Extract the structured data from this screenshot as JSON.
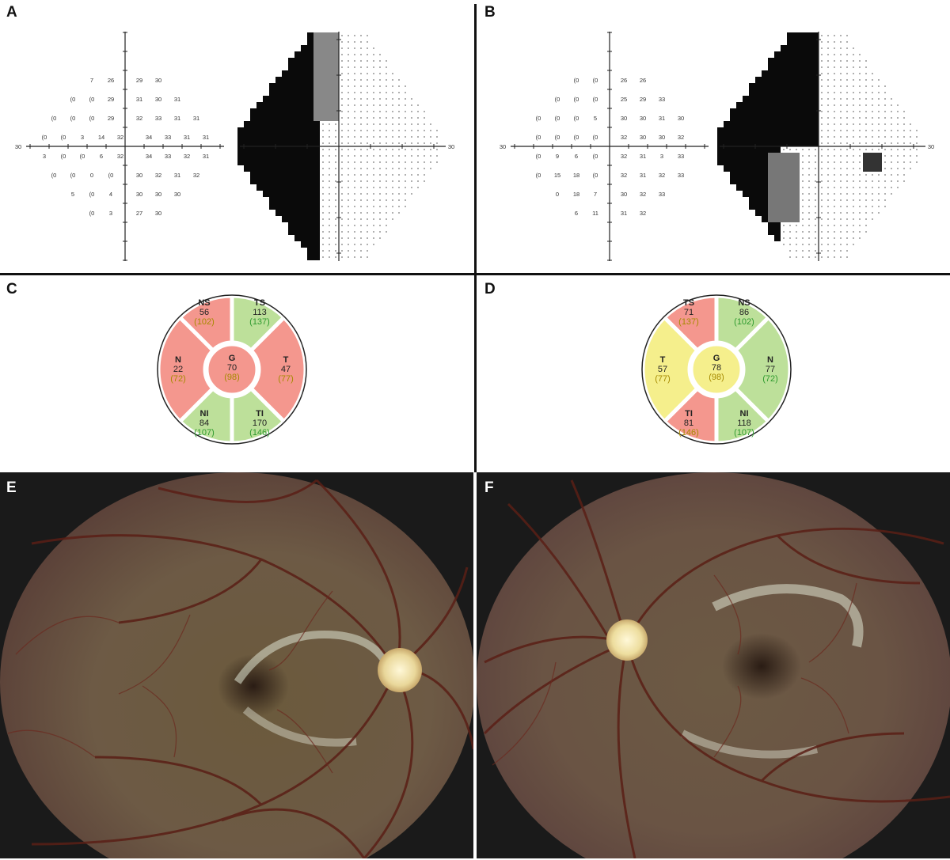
{
  "panels": {
    "A": "A",
    "B": "B",
    "C": "C",
    "D": "D",
    "E": "E",
    "F": "F"
  },
  "vf_axis_label": "30",
  "vf_left": {
    "rows": [
      [
        "7",
        "26",
        "29",
        "30"
      ],
      [
        "(0",
        "(0",
        "29",
        "31",
        "30",
        "31"
      ],
      [
        "(0",
        "(0",
        "(0",
        "29",
        "32",
        "33",
        "31",
        "31"
      ],
      [
        "(0",
        "(0",
        "3",
        "14",
        "32",
        "34",
        "33",
        "31",
        "31"
      ],
      [
        "3",
        "(0",
        "(0",
        "6",
        "32",
        "34",
        "33",
        "32",
        "31"
      ],
      [
        "(0",
        "(0",
        "0",
        "(0",
        "30",
        "32",
        "31",
        "32"
      ],
      [
        "5",
        "(0",
        "4",
        "30",
        "30",
        "30"
      ],
      [
        "(0",
        "3",
        "27",
        "30"
      ]
    ]
  },
  "vf_right": {
    "rows": [
      [
        "(0",
        "(0",
        "26",
        "26"
      ],
      [
        "(0",
        "(0",
        "(0",
        "25",
        "29",
        "33"
      ],
      [
        "(0",
        "(0",
        "(0",
        "5",
        "30",
        "30",
        "31",
        "30"
      ],
      [
        "(0",
        "(0",
        "(0",
        "(0",
        "32",
        "30",
        "30",
        "32"
      ],
      [
        "(0",
        "9",
        "6",
        "(0",
        "32",
        "31",
        "3",
        "33"
      ],
      [
        "(0",
        "15",
        "18",
        "(0",
        "32",
        "31",
        "32",
        "33"
      ],
      [
        "0",
        "18",
        "7",
        "30",
        "32",
        "33"
      ],
      [
        "6",
        "11",
        "31",
        "32"
      ]
    ]
  },
  "oct_c": {
    "sectors": {
      "NS": {
        "label": "NS",
        "value": "56",
        "normal": "(102)",
        "color": "#f4978e"
      },
      "TS": {
        "label": "TS",
        "value": "113",
        "normal": "(137)",
        "color": "#bde09a"
      },
      "T": {
        "label": "T",
        "value": "47",
        "normal": "(77)",
        "color": "#f4978e"
      },
      "TI": {
        "label": "TI",
        "value": "170",
        "normal": "(146)",
        "color": "#bde09a"
      },
      "NI": {
        "label": "NI",
        "value": "84",
        "normal": "(107)",
        "color": "#bde09a"
      },
      "N": {
        "label": "N",
        "value": "22",
        "normal": "(72)",
        "color": "#f4978e"
      },
      "G": {
        "label": "G",
        "value": "70",
        "normal": "(98)",
        "color": "#f4978e"
      }
    }
  },
  "oct_d": {
    "sectors": {
      "TS": {
        "label": "TS",
        "value": "71",
        "normal": "(137)",
        "color": "#f4978e"
      },
      "NS": {
        "label": "NS",
        "value": "86",
        "normal": "(102)",
        "color": "#bde09a"
      },
      "N": {
        "label": "N",
        "value": "77",
        "normal": "(72)",
        "color": "#bde09a"
      },
      "NI": {
        "label": "NI",
        "value": "118",
        "normal": "(107)",
        "color": "#bde09a"
      },
      "TI": {
        "label": "TI",
        "value": "81",
        "normal": "(146)",
        "color": "#f4978e"
      },
      "T": {
        "label": "T",
        "value": "57",
        "normal": "(77)",
        "color": "#f5ef8c"
      },
      "G": {
        "label": "G",
        "value": "78",
        "normal": "(98)",
        "color": "#f5ef8c"
      }
    }
  },
  "colors": {
    "normal_value": "#2e9a2e",
    "borderline_value": "#a68a00",
    "outside_value": "#a68a00"
  }
}
